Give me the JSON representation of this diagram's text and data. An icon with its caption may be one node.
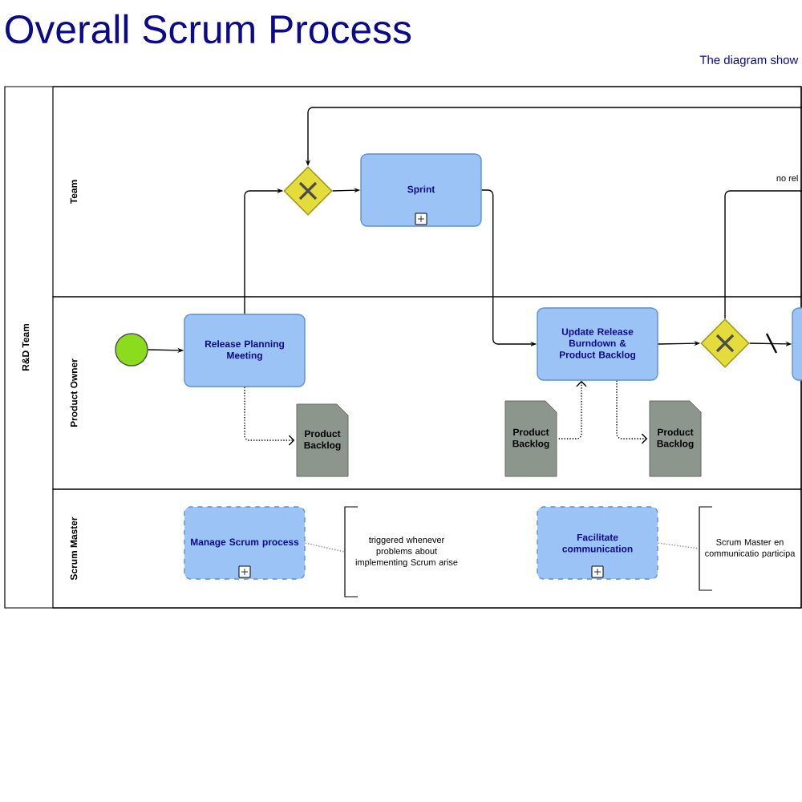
{
  "diagram": {
    "title": "Overall Scrum Process",
    "nodes": [
      {
        "text": [
          "R&D Team"
        ]
      },
      {
        "text": [
          "Team"
        ],
        "in": 0
      },
      {
        "text": [
          "Product Owner"
        ],
        "in": 0
      },
      {
        "text": [
          "Scrum Master"
        ],
        "in": 0
      },
      {
        "text": [],
        "shape": "diamond",
        "in": 1
      },
      {
        "text": [
          "Sprint"
        ],
        "in": 1
      },
      {
        "text": [],
        "shape": "circle",
        "in": 2
      },
      {
        "text": [
          "Release Planning Meeting"
        ],
        "in": 2
      },
      {
        "text": [
          "Product Backlog"
        ],
        "in": 2
      },
      {
        "text": [
          "Update Release Burndown & Product Backlog"
        ],
        "in": 2
      },
      {
        "text": [
          "Product Backlog"
        ],
        "in": 2
      },
      {
        "text": [
          "Product Backlog"
        ],
        "in": 2
      },
      {
        "text": [],
        "shape": "diamond",
        "in": 2
      },
      {
        "text": [],
        "shape": "box",
        "in": 2
      },
      {
        "text": [
          "Manage Scrum process"
        ],
        "in": 3
      },
      {
        "text": [
          "triggered whenever problems about implementing Scrum arise"
        ],
        "in": 3
      },
      {
        "text": [
          "Facilitate communication"
        ],
        "in": 3
      },
      {
        "text": [
          "Scrum Master en communicatio participa"
        ],
        "in": 3
      }
    ],
    "edges": [
      {
        "from": 6,
        "to": 7,
        "arrow": "to"
      },
      {
        "from": 7,
        "to": 4,
        "arrow": "to"
      },
      {
        "from": 4,
        "to": 5,
        "arrow": "to"
      },
      {
        "from": 5,
        "to": 9,
        "arrow": "to"
      },
      {
        "from": 9,
        "to": 12,
        "arrow": "to"
      },
      {
        "from": 12,
        "to": 13,
        "arrow": "to"
      },
      {
        "from": 12,
        "to": null,
        "arrow": "none",
        "label": "no rel"
      },
      {
        "from": null,
        "to": 4,
        "arrow": "to"
      },
      {
        "from": 7,
        "to": 8,
        "arrow": "to",
        "style": "dashed"
      },
      {
        "from": 10,
        "to": 9,
        "arrow": "to",
        "style": "dashed"
      },
      {
        "from": 9,
        "to": 11,
        "arrow": "to",
        "style": "dashed"
      },
      {
        "from": 14,
        "to": 15,
        "arrow": "none",
        "style": "dashed",
        "color": "#909090"
      },
      {
        "from": 16,
        "to": 17,
        "arrow": "none",
        "style": "dashed",
        "color": "#909090"
      }
    ],
    "labels": [
      "The diagram show"
    ]
  }
}
